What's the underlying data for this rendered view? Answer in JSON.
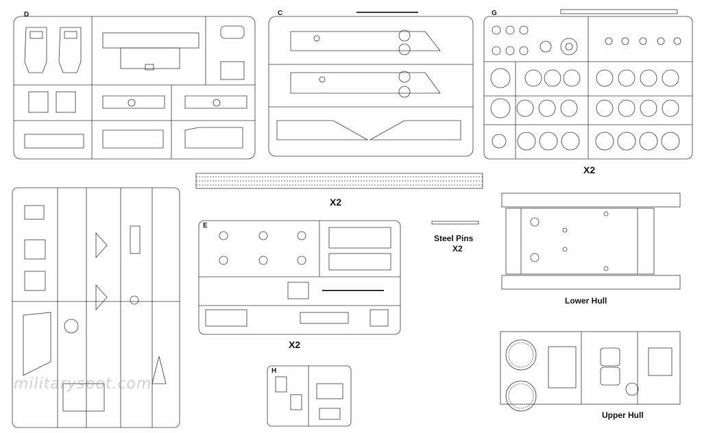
{
  "labels": {
    "tracks_multiplier": "X2",
    "steel_pins_line1": "Steel Pins",
    "steel_pins_line2": "X2",
    "wheels_multiplier": "X2",
    "sprue_e_multiplier": "X2",
    "lower_hull": "Lower Hull",
    "upper_hull": "Upper Hull"
  },
  "sprue_letters": {
    "top_left": "D",
    "top_middle": "C",
    "top_right": "G",
    "middle": "E",
    "small_bottom": "H"
  },
  "watermark": "militaryspot.com",
  "colors": {
    "line": "#333333",
    "background": "#ffffff"
  }
}
